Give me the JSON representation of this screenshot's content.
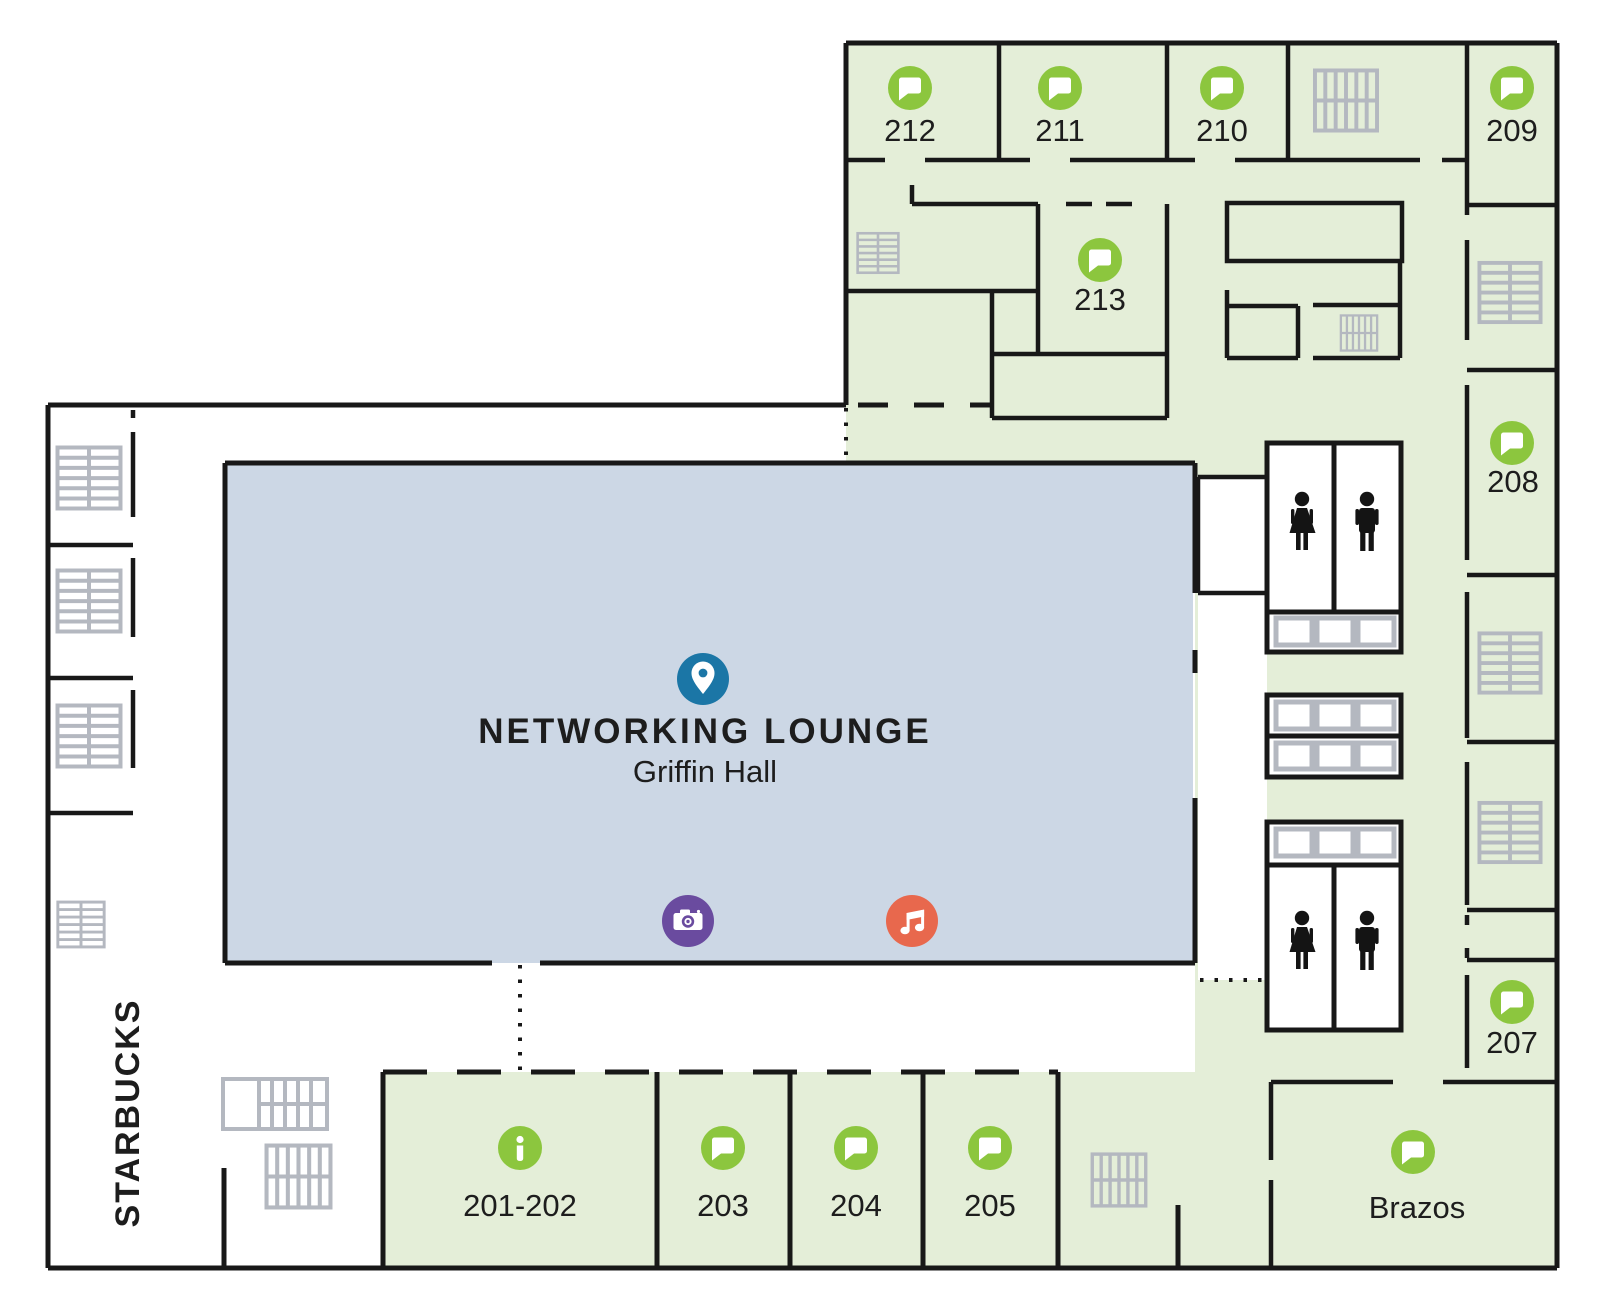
{
  "lounge": {
    "title": "NETWORKING LOUNGE",
    "subtitle": "Griffin Hall",
    "marker_icons": [
      "location-pin",
      "camera",
      "music-note"
    ]
  },
  "starbucks": {
    "label": "STARBUCKS"
  },
  "rooms": [
    {
      "label": "212",
      "icon": "speech-bubble"
    },
    {
      "label": "211",
      "icon": "speech-bubble"
    },
    {
      "label": "210",
      "icon": "speech-bubble"
    },
    {
      "label": "209",
      "icon": "speech-bubble"
    },
    {
      "label": "213",
      "icon": "speech-bubble"
    },
    {
      "label": "208",
      "icon": "speech-bubble"
    },
    {
      "label": "207",
      "icon": "speech-bubble"
    },
    {
      "label": "201-202",
      "icon": "info"
    },
    {
      "label": "203",
      "icon": "speech-bubble"
    },
    {
      "label": "204",
      "icon": "speech-bubble"
    },
    {
      "label": "205",
      "icon": "speech-bubble"
    },
    {
      "label": "Brazos",
      "icon": "speech-bubble"
    }
  ],
  "facility_icons": [
    "stairs",
    "escalator",
    "elevator",
    "restroom-women",
    "restroom-men"
  ],
  "palette": {
    "area_green": "#e4eed8",
    "lounge_blue": "#ccd7e5",
    "marker_green": "#8cc63e",
    "pin_blue": "#1b76a6",
    "camera_purple": "#6a4b9f",
    "music_coral": "#e8684d",
    "wall_black": "#181818",
    "stairs_gray": "#b4b8c0"
  }
}
